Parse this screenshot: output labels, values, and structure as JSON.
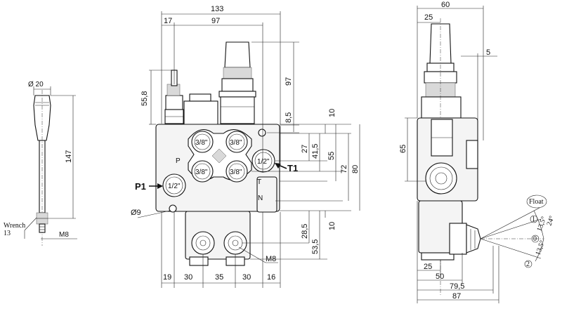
{
  "handle": {
    "dia_label": "Ø 20",
    "length_label": "147",
    "wrench_label": "Wrench",
    "wrench_size": "13",
    "thread_label": "M8"
  },
  "front": {
    "width_total": "133",
    "offset_left": "17",
    "span_97_horizontal": "97",
    "height_55_8": "55,8",
    "height_97_vertical": "97",
    "height_8_5": "8,5",
    "right_10_top": "10",
    "right_27": "27",
    "right_41_5": "41,5",
    "right_55": "55",
    "right_72": "72",
    "right_80": "80",
    "right_28_5": "28,5",
    "right_10_bottom": "10",
    "right_53_5": "53,5",
    "hole_dia": "Ø9",
    "bolt_thread": "M8",
    "bottom_dims": [
      "19",
      "30",
      "35",
      "30",
      "16"
    ],
    "ports": {
      "a1": "3/8\"",
      "b1": "3/8\"",
      "a2": "3/8\"",
      "b2": "3/8\"",
      "p1_size": "1/2\"",
      "t1_size": "1/2\"",
      "p1_label": "P1",
      "t1_label": "T1",
      "p_letter": "P",
      "t_letter": "T",
      "n_letter": "N"
    }
  },
  "side": {
    "top_60": "60",
    "top_25": "25",
    "top_5": "5",
    "height_65": "65",
    "bottom_25": "25",
    "bottom_50": "50",
    "bottom_79_5": "79,5",
    "bottom_87": "87",
    "float_label": "Float",
    "angle_1": "24°",
    "angle_2": "13,5°",
    "angle_3": "13,5°",
    "pos_1": "1",
    "pos_0": "0",
    "pos_2": "2"
  }
}
